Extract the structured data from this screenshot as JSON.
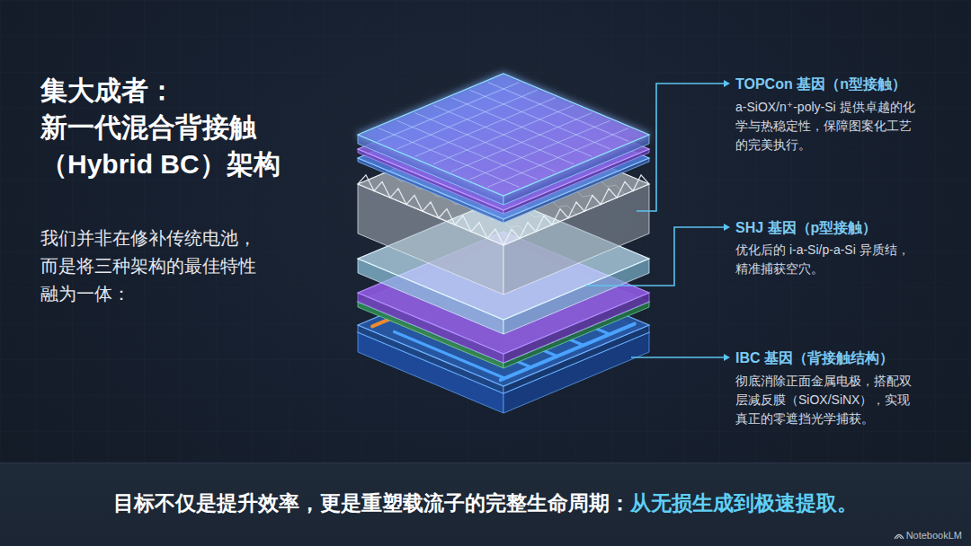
{
  "diagram": {
    "title": "集大成者： 新一代混合背接触 （Hybrid BC）架构",
    "caption": "目标不仅是提升效率，更是重塑载流子的完整生命周期：",
    "labels": [
      "我们并非在修补传统电池， 而是将三种架构的最佳特性 融为一体：",
      "TOPCon 基因（n型接触）",
      "a-SiOX/n⁺-poly-Si 提供卓越的化学与热稳定性，保障图案化工艺的完美执行。",
      "SHJ 基因（p型接触）",
      "优化后的 i-a-Si/p-a-Si 异质结，精准捕获空穴。",
      "IBC 基因（背接触结构）",
      "彻底消除正面金属电极，搭配双层减反膜（SiOX/SiNX），实现真正的零遮挡光学捕获。",
      "从无损生成到极速提取。",
      "NotebookLM"
    ]
  }
}
